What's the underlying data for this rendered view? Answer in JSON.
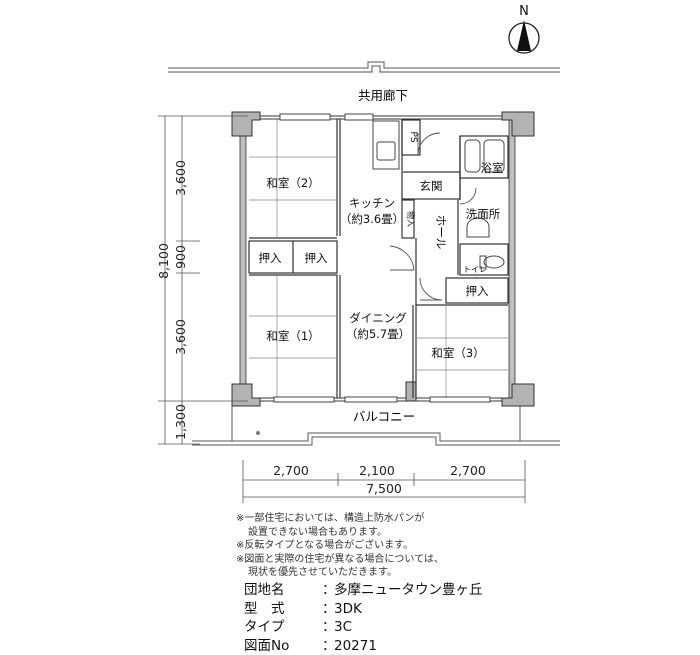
{
  "compass": {
    "label": "N"
  },
  "corridor": {
    "label": "共用廊下"
  },
  "balcony": {
    "label": "バルコニー"
  },
  "rooms": {
    "washitsu2": "和室（2）",
    "washitsu1": "和室（1）",
    "washitsu3": "和室（3）",
    "kitchen": "キッチン",
    "kitchen_size": "（約3.6畳）",
    "dining": "ダイニング",
    "dining_size": "（約5.7畳）",
    "genkan": "玄関",
    "hall": "ホール",
    "bath": "浴室",
    "washroom": "洗面所",
    "toilet": "トイレ",
    "storage": "物入",
    "ps": "PS",
    "oshiire": "押入"
  },
  "dimensions": {
    "vertical": [
      "3,600",
      "900",
      "3,600",
      "1,300"
    ],
    "vertical_total": "8,100",
    "horizontal": [
      "2,700",
      "2,100",
      "2,700"
    ],
    "horizontal_total": "7,500"
  },
  "notes": [
    "※一部住宅においては、構造上防水パンが",
    "設置できない場合もあります。",
    "※反転タイプとなる場合がございます。",
    "※図面と実際の住宅が異なる場合については、",
    "現状を優先させていただきます。"
  ],
  "info": {
    "danchi_label": "団地名",
    "danchi_value": "多摩ニュータウン豊ヶ丘",
    "type_label": "型　式",
    "type_value": "3DK",
    "subtype_label": "タイプ",
    "subtype_value": "3C",
    "drawing_label": "図面No",
    "drawing_value": "20271",
    "colon": "："
  }
}
